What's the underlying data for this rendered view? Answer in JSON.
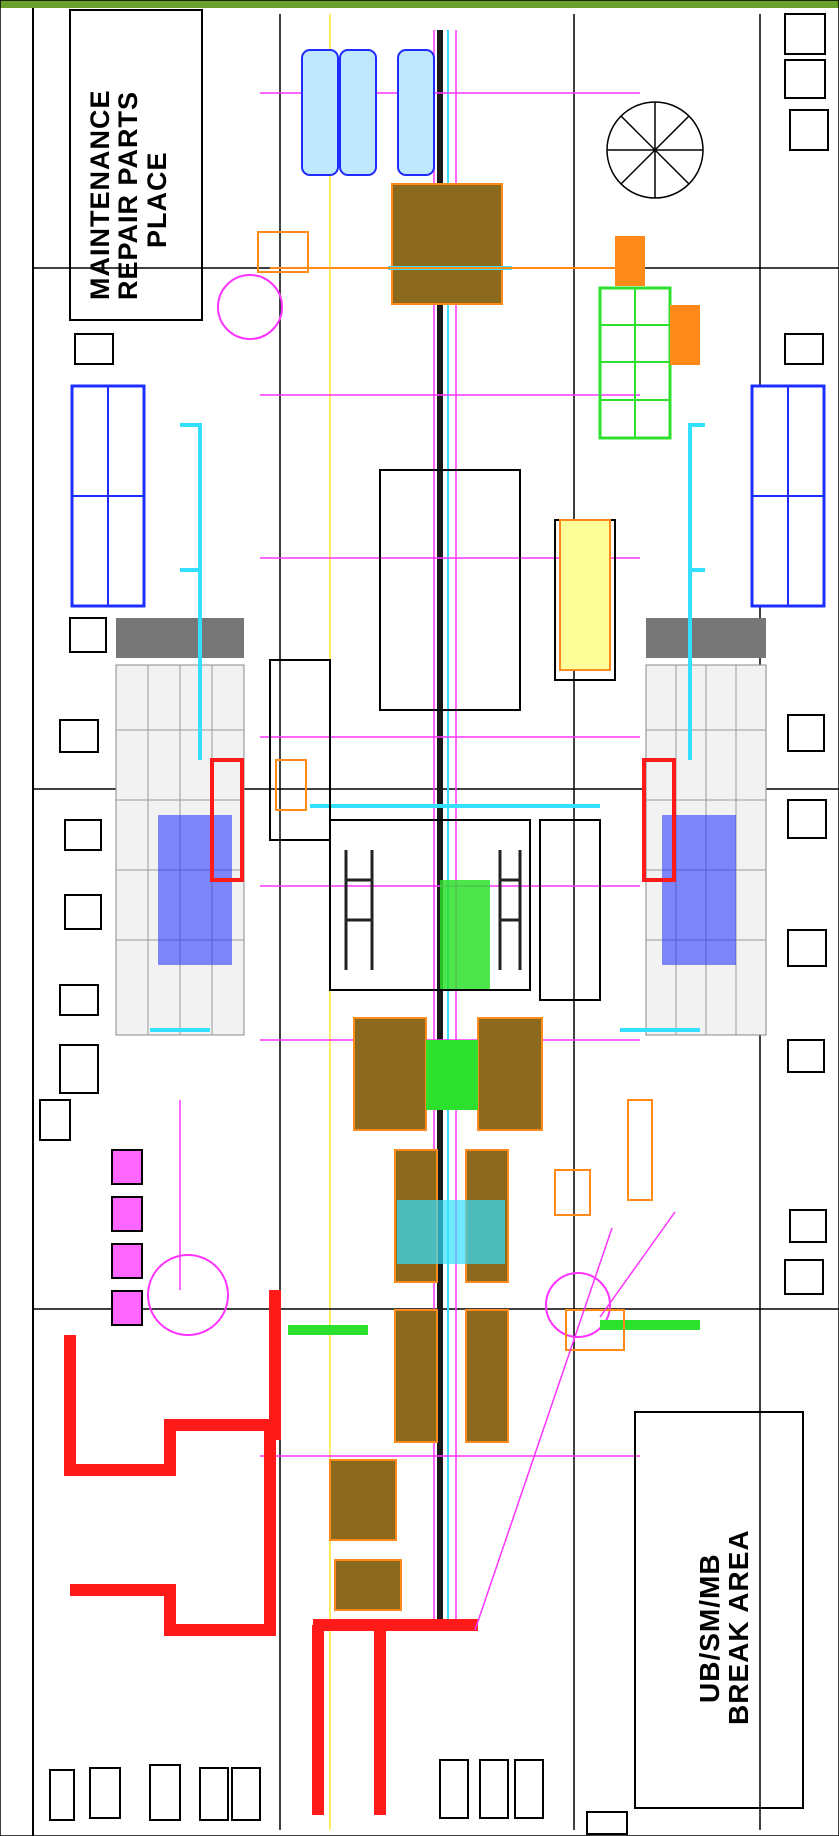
{
  "labels": {
    "maintenance_line1": "MAINTENANCE",
    "maintenance_line2": "REPAIR PARTS",
    "maintenance_line3": "PLACE",
    "break_line1": "UB/SM/MB",
    "break_line2": "BREAK AREA"
  },
  "colors": {
    "red_wall": "#ff1a1a",
    "brown_zone": "#8b6a1d",
    "blue_bay": "#1e2cff",
    "cyan_duct": "#33e0ff",
    "magenta_line": "#ff33ff",
    "green_equipment": "#2de02d",
    "orange_outline": "#ff8a1a",
    "yellow_line": "#ffe633",
    "black_outline": "#000000"
  },
  "icons": {
    "header_bar": "top-border-bar",
    "circles": "column-circle-icon",
    "fan": "fan-icon"
  }
}
